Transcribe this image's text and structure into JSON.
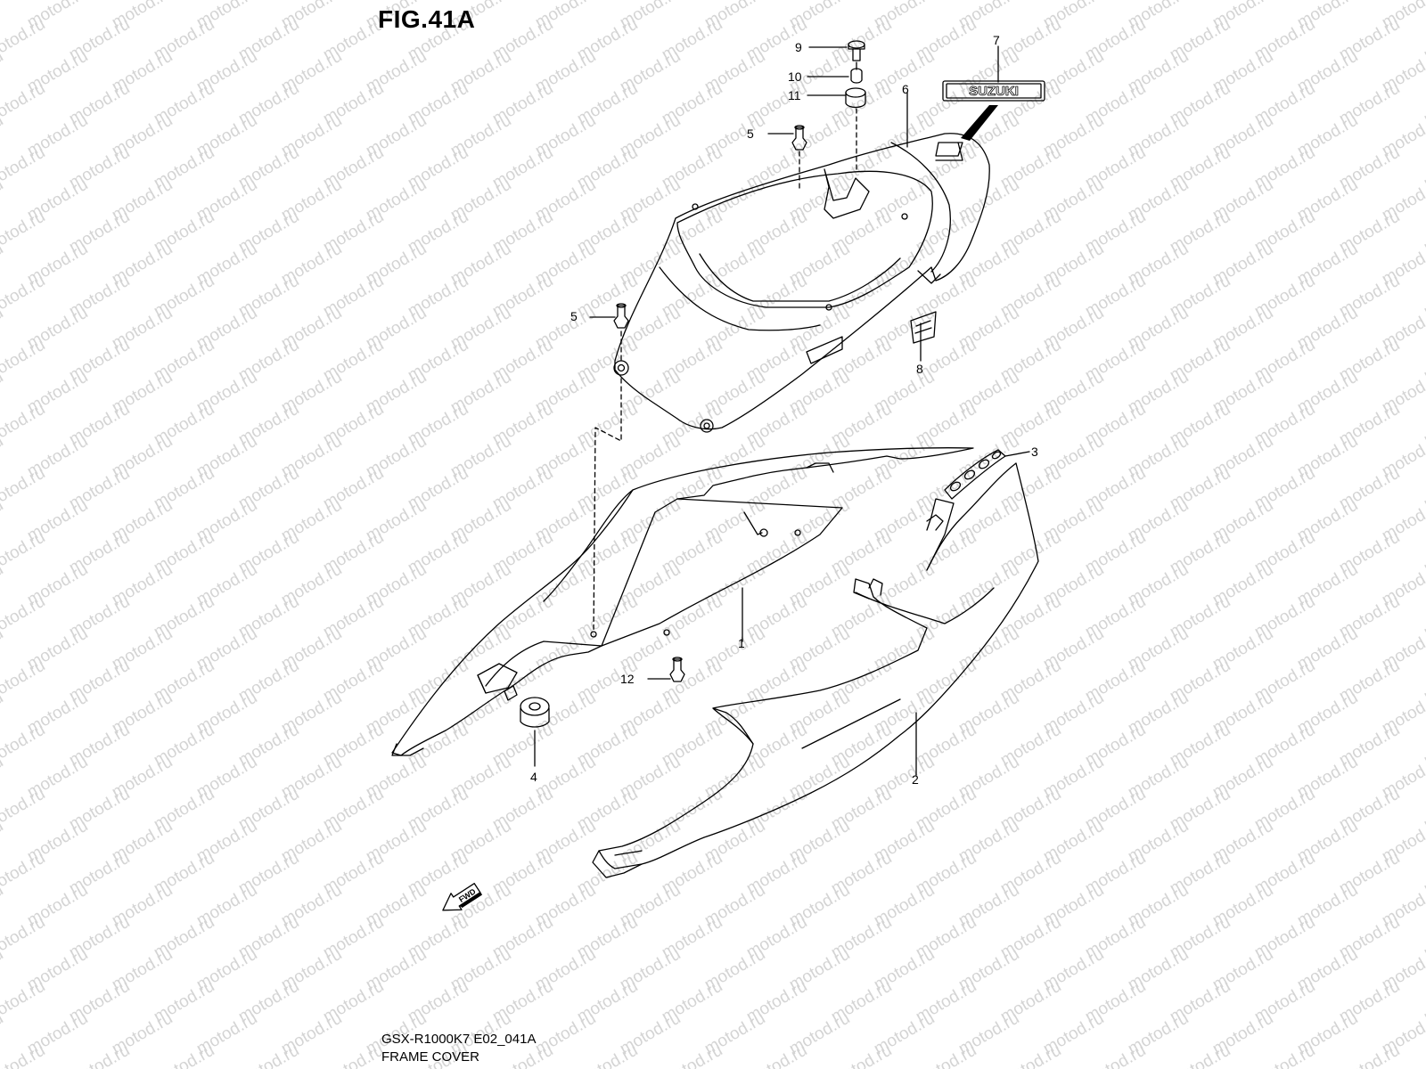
{
  "figure_title": "FIG.41A",
  "watermark_text": "motod.ru",
  "footer": {
    "code": "GSX-R1000K7 E02_041A",
    "name": "FRAME COVER"
  },
  "badge_text": "SUZUKI",
  "fwd_text": "FWD",
  "callouts": {
    "c1": "1",
    "c2": "2",
    "c3": "3",
    "c4": "4",
    "c5a": "5",
    "c5b": "5",
    "c6": "6",
    "c7": "7",
    "c8": "8",
    "c9": "9",
    "c10": "10",
    "c11": "11",
    "c12": "12"
  },
  "colors": {
    "line": "#000000",
    "watermark": "#d4d4d4",
    "background": "#ffffff"
  }
}
